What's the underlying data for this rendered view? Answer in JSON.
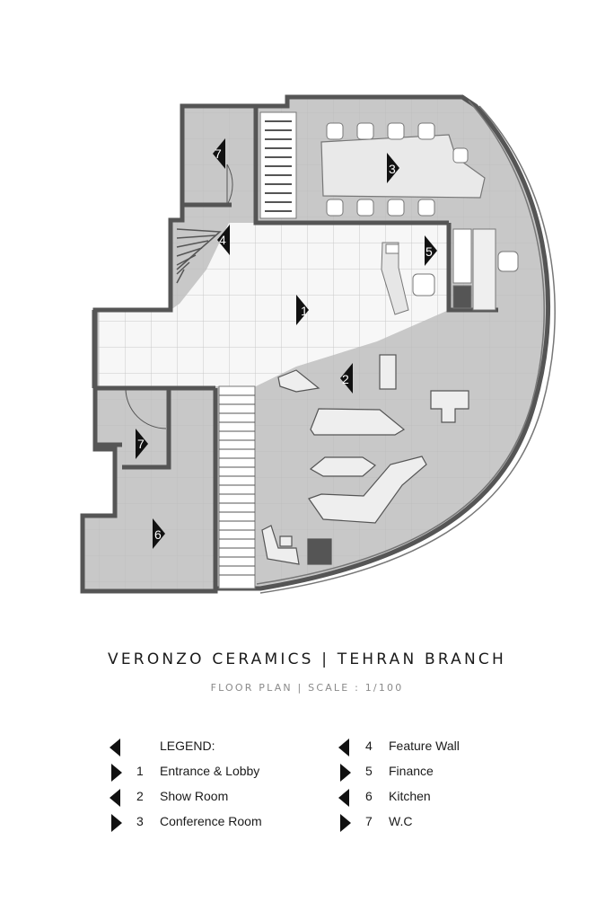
{
  "plan": {
    "room_labels": [
      {
        "number": "1",
        "name": "Entrance & Lobby"
      },
      {
        "number": "2",
        "name": "Show Room"
      },
      {
        "number": "3",
        "name": "Conference Room"
      },
      {
        "number": "4",
        "name": "Feature Wall"
      },
      {
        "number": "5",
        "name": "Finance"
      },
      {
        "number": "6",
        "name": "Kitchen"
      },
      {
        "number": "7",
        "name": "W.C"
      }
    ],
    "colors": {
      "wall": "#555555",
      "room_fill": "#c8c8c8",
      "floor_light": "#f7f7f7",
      "grid": "#bdbdbd",
      "marker": "#111111"
    }
  },
  "title": "VERONZO CERAMICS | TEHRAN BRANCH",
  "subtitle": "FLOOR PLAN | SCALE : 1/100",
  "legend": {
    "heading": "LEGEND:",
    "left": [
      {
        "num": "1",
        "label": "Entrance & Lobby"
      },
      {
        "num": "2",
        "label": "Show Room"
      },
      {
        "num": "3",
        "label": "Conference Room"
      }
    ],
    "right": [
      {
        "num": "4",
        "label": "Feature Wall"
      },
      {
        "num": "5",
        "label": "Finance"
      },
      {
        "num": "6",
        "label": "Kitchen"
      },
      {
        "num": "7",
        "label": "W.C"
      }
    ]
  }
}
